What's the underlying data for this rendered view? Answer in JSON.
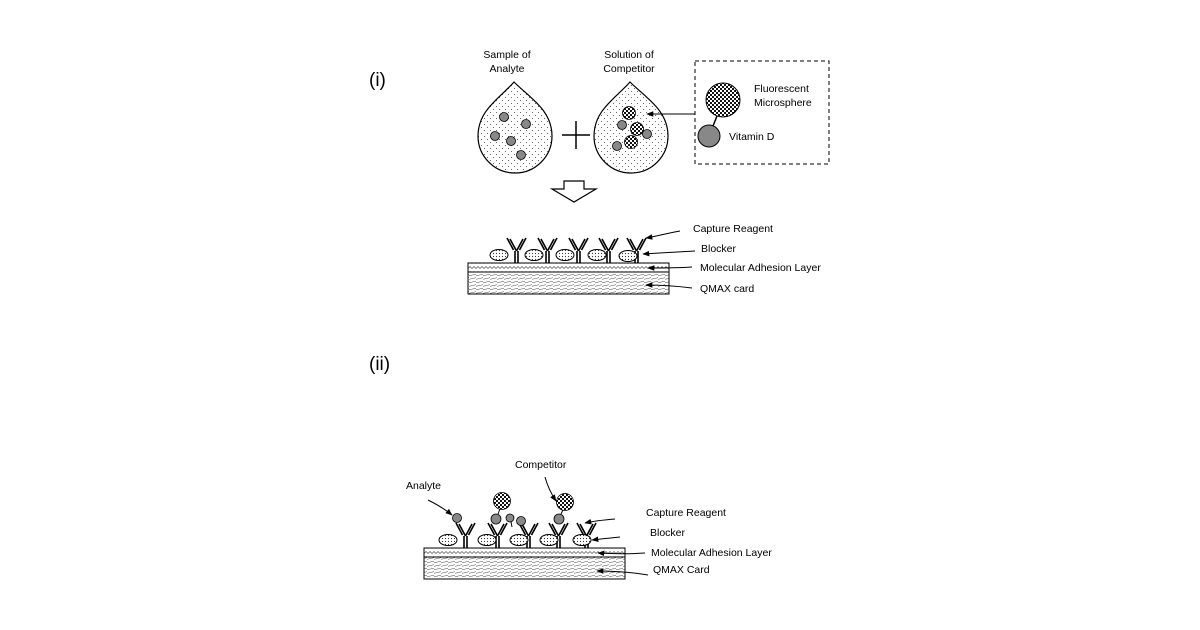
{
  "panels": {
    "panel_i": {
      "label": "(i)",
      "sample_title": [
        "Sample of",
        "Analyte"
      ],
      "solution_title": [
        "Solution of",
        "Competitor"
      ],
      "inset_labels": {
        "microsphere": [
          "Fluorescent",
          "Microsphere"
        ],
        "vitamin": "Vitamin D"
      },
      "callouts": {
        "capture": "Capture Reagent",
        "blocker": "Blocker",
        "adhesion": "Molecular Adhesion Layer",
        "card": "QMAX card"
      }
    },
    "panel_ii": {
      "label": "(ii)",
      "callouts": {
        "competitor": "Competitor",
        "analyte": "Analyte",
        "capture": "Capture Reagent",
        "blocker": "Blocker",
        "adhesion": "Molecular Adhesion Layer",
        "card": "QMAX Card"
      }
    }
  }
}
